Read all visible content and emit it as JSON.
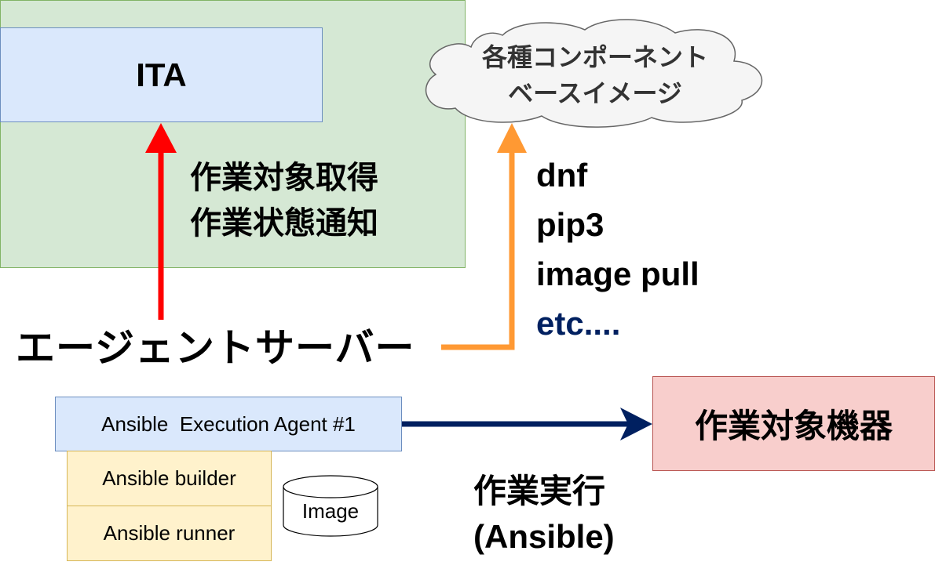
{
  "nodes": {
    "ita": "ITA",
    "agent_server": "エージェントサーバー",
    "agent": "Ansible  Execution Agent #1",
    "builder": "Ansible builder",
    "runner": "Ansible runner",
    "image": "Image",
    "target": "作業対象機器",
    "cloud": [
      "各種コンポーネント",
      "ベースイメージ"
    ]
  },
  "labels": {
    "ita_edge": [
      "作業対象取得",
      "作業状態通知"
    ],
    "package_edge": [
      "dnf",
      "pip3",
      "image pull",
      "etc...."
    ],
    "exec_edge": [
      "作業実行",
      "(Ansible)"
    ]
  },
  "colors": {
    "ita_arrow": "#ff0000",
    "cloud_arrow": "#ff9933",
    "exec_arrow": "#002060",
    "etc_text": "#002060"
  }
}
